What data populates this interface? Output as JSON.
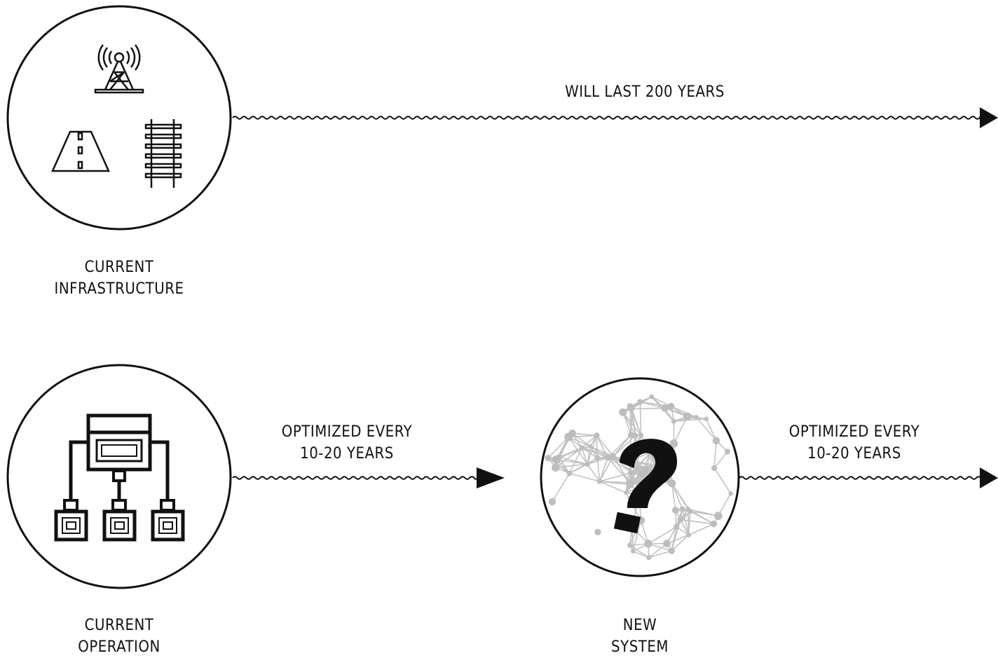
{
  "colors": {
    "ink": "#111111",
    "network": "#bbbbbb",
    "background": "#ffffff"
  },
  "top_row": {
    "node": {
      "label_line1": "CURRENT",
      "label_line2": "INFRASTRUCTURE",
      "icons": [
        "radio-tower-icon",
        "road-icon",
        "railway-track-icon"
      ]
    },
    "arrow": {
      "label": "WILL LAST 200 YEARS"
    }
  },
  "bottom_row": {
    "node_left": {
      "label_line1": "CURRENT",
      "label_line2": "OPERATION",
      "icons": [
        "hierarchy-network-icon"
      ]
    },
    "arrow_left": {
      "label_line1": "OPTIMIZED EVERY",
      "label_line2": "10-20 YEARS"
    },
    "node_right": {
      "label_line1": "NEW",
      "label_line2": "SYSTEM",
      "icons": [
        "brain-network-icon",
        "question-mark-icon"
      ]
    },
    "arrow_right": {
      "label_line1": "OPTIMIZED EVERY",
      "label_line2": "10-20 YEARS"
    }
  }
}
